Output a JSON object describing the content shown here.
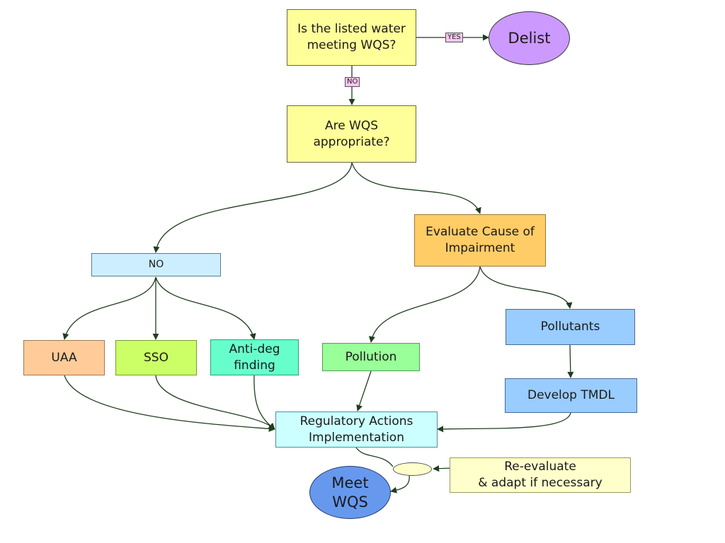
{
  "nodes": {
    "wqs_question": {
      "lines": [
        "Is the listed water",
        "meeting WQS?"
      ],
      "color": "#ffff99"
    },
    "delist": {
      "label": "Delist",
      "color": "#cc99ff"
    },
    "wqs_appropriate": {
      "lines": [
        "Are WQS",
        "appropriate?"
      ],
      "color": "#ffff99"
    },
    "no_box": {
      "label": "NO",
      "color": "#cceeff"
    },
    "evaluate_cause": {
      "lines": [
        "Evaluate Cause of",
        "Impairment"
      ],
      "color": "#ffcc66"
    },
    "uaa": {
      "label": "UAA",
      "color": "#ffcc99"
    },
    "sso": {
      "label": "SSO",
      "color": "#ccff66"
    },
    "antideg": {
      "lines": [
        "Anti-deg",
        "finding"
      ],
      "color": "#66ffcc"
    },
    "pollution": {
      "label": "Pollution",
      "color": "#99ff99"
    },
    "pollutants": {
      "label": "Pollutants",
      "color": "#99ccff"
    },
    "develop_tmdl": {
      "label": "Develop TMDL",
      "color": "#99ccff"
    },
    "regulatory": {
      "lines": [
        "Regulatory Actions",
        "Implementation"
      ],
      "color": "#ccffff"
    },
    "meet_wqs": {
      "lines": [
        "Meet",
        "WQS"
      ],
      "color": "#6699ee"
    },
    "reevaluate": {
      "lines": [
        "Re-evaluate",
        "& adapt if necessary"
      ],
      "color": "#ffffcc"
    },
    "junction": {
      "color": "#ffffcc"
    }
  },
  "edge_labels": {
    "yes": "YES",
    "no": "NO"
  },
  "line_color": "#1f3f1f",
  "tag_color": "#f7c6ee"
}
